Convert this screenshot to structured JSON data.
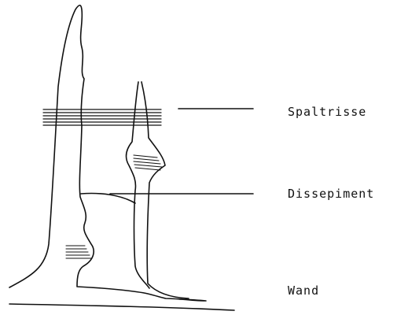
{
  "labels": {
    "spaltrisse": "Spaltrisse",
    "dissepiment": "Dissepiment",
    "wand": "Wand"
  },
  "colors": {
    "ink": "#111111",
    "background": "#ffffff"
  }
}
